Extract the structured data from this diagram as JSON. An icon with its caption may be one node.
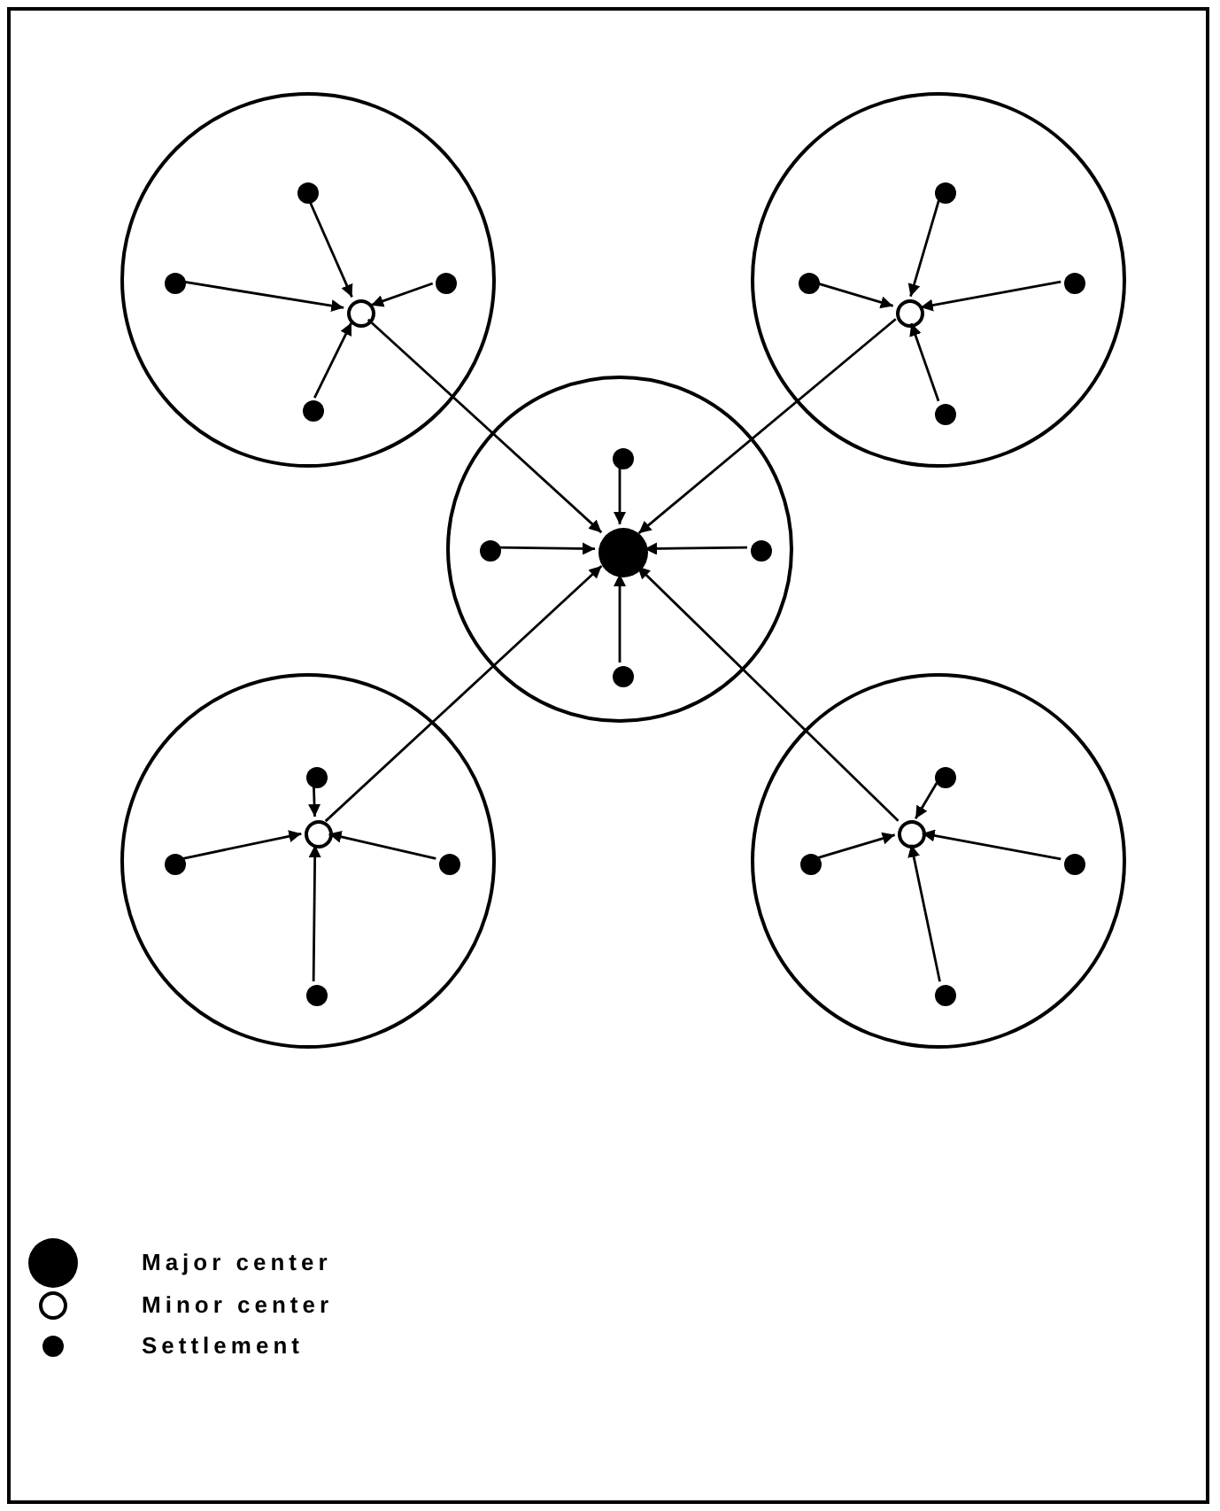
{
  "diagram": {
    "nodes": [
      {
        "text": [],
        "shape": "circle"
      },
      {
        "text": [],
        "shape": "circle",
        "in": 0
      },
      {
        "text": [],
        "shape": "circle",
        "in": 0
      },
      {
        "text": [],
        "shape": "circle",
        "in": 0
      },
      {
        "text": [],
        "shape": "circle",
        "in": 0
      },
      {
        "text": [],
        "shape": "circle",
        "in": 0
      },
      {
        "text": [],
        "shape": "circle"
      },
      {
        "text": [],
        "shape": "circle",
        "in": 6
      },
      {
        "text": [],
        "shape": "circle",
        "in": 6
      },
      {
        "text": [],
        "shape": "circle",
        "in": 6
      },
      {
        "text": [],
        "shape": "circle",
        "in": 6
      },
      {
        "text": [],
        "shape": "circle",
        "in": 6
      },
      {
        "text": [],
        "shape": "circle"
      },
      {
        "text": [],
        "shape": "circle",
        "in": 12
      },
      {
        "text": [],
        "shape": "circle",
        "in": 12
      },
      {
        "text": [],
        "shape": "circle",
        "in": 12
      },
      {
        "text": [],
        "shape": "circle",
        "in": 12
      },
      {
        "text": [],
        "shape": "circle",
        "in": 12
      },
      {
        "text": [],
        "shape": "circle"
      },
      {
        "text": [],
        "shape": "circle",
        "in": 18
      },
      {
        "text": [],
        "shape": "circle",
        "in": 18
      },
      {
        "text": [],
        "shape": "circle",
        "in": 18
      },
      {
        "text": [],
        "shape": "circle",
        "in": 18
      },
      {
        "text": [],
        "shape": "circle",
        "in": 18
      },
      {
        "text": [],
        "shape": "circle"
      },
      {
        "text": [],
        "shape": "circle",
        "in": 24
      },
      {
        "text": [],
        "shape": "circle",
        "in": 24
      },
      {
        "text": [],
        "shape": "circle",
        "in": 24
      },
      {
        "text": [],
        "shape": "circle",
        "in": 24
      },
      {
        "text": [],
        "shape": "circle",
        "in": 24
      }
    ],
    "edges": [
      {
        "from": 1,
        "to": 3,
        "arrow": "to"
      },
      {
        "from": 2,
        "to": 3,
        "arrow": "to"
      },
      {
        "from": 4,
        "to": 3,
        "arrow": "to"
      },
      {
        "from": 5,
        "to": 3,
        "arrow": "to"
      },
      {
        "from": 7,
        "to": 9,
        "arrow": "to"
      },
      {
        "from": 8,
        "to": 9,
        "arrow": "to"
      },
      {
        "from": 10,
        "to": 9,
        "arrow": "to"
      },
      {
        "from": 11,
        "to": 9,
        "arrow": "to"
      },
      {
        "from": 13,
        "to": 15,
        "arrow": "to"
      },
      {
        "from": 14,
        "to": 15,
        "arrow": "to"
      },
      {
        "from": 16,
        "to": 15,
        "arrow": "to"
      },
      {
        "from": 17,
        "to": 15,
        "arrow": "to"
      },
      {
        "from": 19,
        "to": 21,
        "arrow": "to"
      },
      {
        "from": 20,
        "to": 21,
        "arrow": "to"
      },
      {
        "from": 22,
        "to": 21,
        "arrow": "to"
      },
      {
        "from": 23,
        "to": 21,
        "arrow": "to"
      },
      {
        "from": 25,
        "to": 27,
        "arrow": "to"
      },
      {
        "from": 26,
        "to": 27,
        "arrow": "to"
      },
      {
        "from": 28,
        "to": 27,
        "arrow": "to"
      },
      {
        "from": 29,
        "to": 27,
        "arrow": "to"
      },
      {
        "from": 3,
        "to": 15,
        "arrow": "to"
      },
      {
        "from": 9,
        "to": 15,
        "arrow": "to"
      },
      {
        "from": 21,
        "to": 15,
        "arrow": "to"
      },
      {
        "from": 27,
        "to": 15,
        "arrow": "to"
      }
    ],
    "legend": [
      {
        "text": "Major center"
      },
      {
        "text": "Minor center"
      },
      {
        "text": "Settlement"
      }
    ]
  }
}
